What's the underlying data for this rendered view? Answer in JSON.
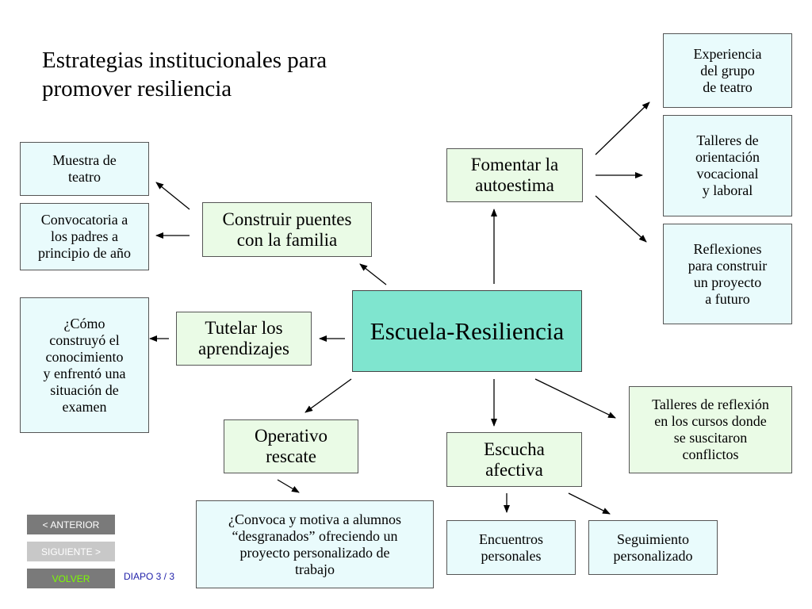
{
  "title": "Estrategias institucionales para\npromover resiliencia",
  "nodes": {
    "center": "Escuela-Resiliencia",
    "fomentar": "Fomentar la\nautoestima",
    "puentes": "Construir puentes\ncon la familia",
    "tutelar": "Tutelar los\naprendizajes",
    "operativo": "Operativo\nrescate",
    "escucha": "Escucha\nafectiva",
    "talleres_reflexion": "Talleres de reflexión\nen los cursos donde\nse suscitaron\nconflictos",
    "experiencia": "Experiencia\ndel grupo\nde teatro",
    "talleres_orientacion": "Talleres de\norientación\nvocacional\ny laboral",
    "reflexiones": "Reflexiones\npara construir\nun proyecto\na futuro",
    "muestra": "Muestra de\nteatro",
    "convocatoria": "Convocatoria a\nlos padres a\nprincipio de año",
    "como": "¿Cómo\nconstruyó el\nconocimiento\ny enfrentó una\nsituación de\nexamen",
    "convoca": "¿Convoca y motiva a alumnos\n“desgranados” ofreciendo un\nproyecto personalizado de\ntrabajo",
    "encuentros": "Encuentros\npersonales",
    "seguimiento": "Seguimiento\npersonalizado"
  },
  "nav": {
    "anterior": "< ANTERIOR",
    "siguiente": "SIGUIENTE >",
    "volver": "VOLVER",
    "diapo": "DIAPO 3 / 3"
  },
  "colors": {
    "center_fill": "#7fe5cf",
    "green_fill": "#eafbe6",
    "blue_fill": "#e9fbfc",
    "nav_dark": "#7a7a7a",
    "nav_light": "#c8c8c8",
    "volver_text": "#7cfc00",
    "diapo_text": "#2222aa"
  }
}
